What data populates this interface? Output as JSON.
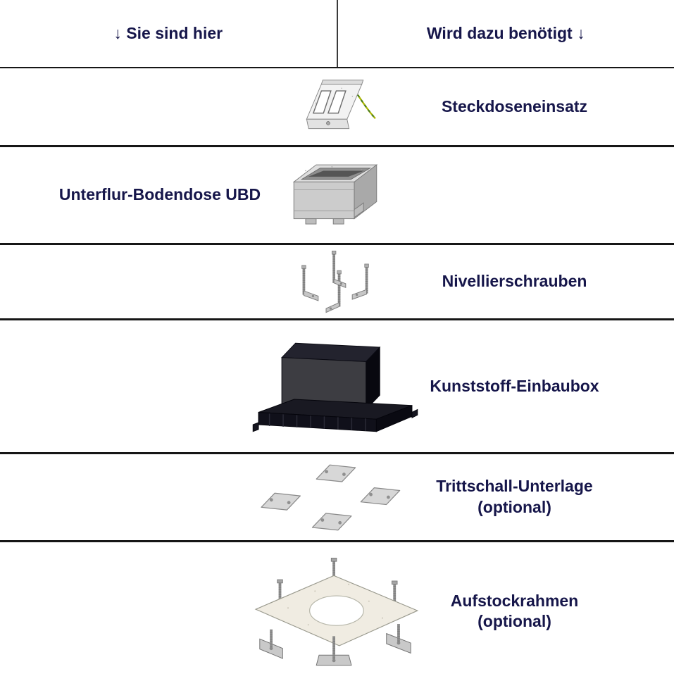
{
  "header": {
    "left": "↓ Sie sind hier",
    "right": "Wird dazu benötigt ↓"
  },
  "rows": [
    {
      "line1": "Steckdoseneinsatz",
      "side": "right",
      "image_name": "steckdoseneinsatz-illustration"
    },
    {
      "line1": "Unterflur-Bodendose UBD",
      "side": "left",
      "image_name": "unterflur-bodendose-illustration"
    },
    {
      "line1": "Nivellierschrauben",
      "side": "right",
      "image_name": "nivellierschrauben-illustration"
    },
    {
      "line1": "Kunststoff-Einbaubox",
      "side": "right",
      "image_name": "kunststoff-einbaubox-illustration"
    },
    {
      "line1": "Trittschall-Unterlage",
      "line2": "(optional)",
      "side": "right",
      "image_name": "trittschall-unterlage-illustration"
    },
    {
      "line1": "Aufstockrahmen",
      "line2": "(optional)",
      "side": "right",
      "image_name": "aufstockrahmen-illustration"
    }
  ],
  "colors": {
    "label_text": "#16164a",
    "separator_line": "#161616",
    "earth_wire_green": "#a8b400",
    "plastic_box_dark": "#11111c",
    "metal_grey": "#c9c9c9"
  }
}
